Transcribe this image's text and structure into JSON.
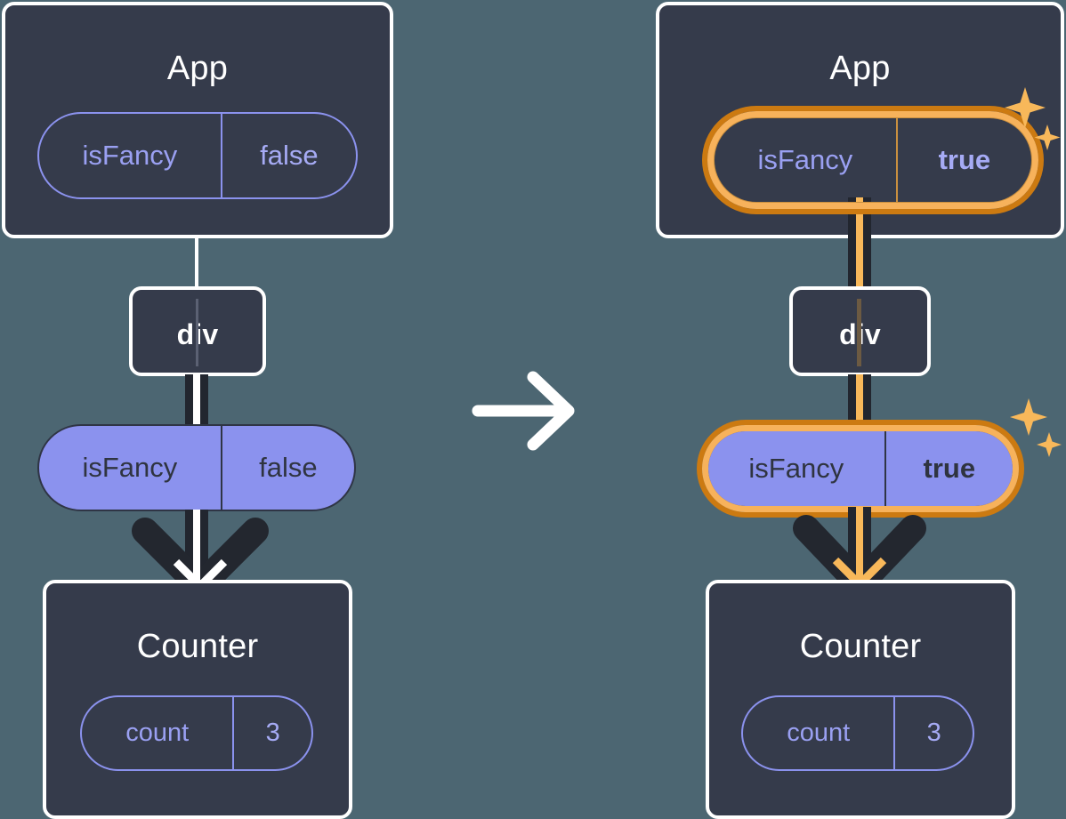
{
  "diagram": {
    "type": "react-state-propagation",
    "background_color": "#4c6672",
    "transition_icon": "right-arrow-icon",
    "palette": {
      "card_fill": "#353b4b",
      "card_border": "#ffffff",
      "pill_purple": "#8b92ee",
      "highlight_outer": "#cc7a11",
      "highlight_inner": "#f7b25b",
      "connector_dark": "#22262f",
      "connector_white": "#ffffff",
      "connector_orange": "#f8b85a"
    }
  },
  "before": {
    "app": {
      "title": "App",
      "state": {
        "key": "isFancy",
        "value": "false",
        "highlighted": false
      }
    },
    "div": {
      "title": "div"
    },
    "prop": {
      "key": "isFancy",
      "value": "false",
      "highlighted": false
    },
    "counter": {
      "title": "Counter",
      "state": {
        "key": "count",
        "value": "3"
      }
    }
  },
  "after": {
    "app": {
      "title": "App",
      "state": {
        "key": "isFancy",
        "value": "true",
        "highlighted": true
      }
    },
    "div": {
      "title": "div"
    },
    "prop": {
      "key": "isFancy",
      "value": "true",
      "highlighted": true
    },
    "counter": {
      "title": "Counter",
      "state": {
        "key": "count",
        "value": "3"
      }
    }
  },
  "icons": {
    "sparkles": "sparkles-icon",
    "transition": "arrow-right-icon",
    "flow": "arrow-down-icon"
  }
}
